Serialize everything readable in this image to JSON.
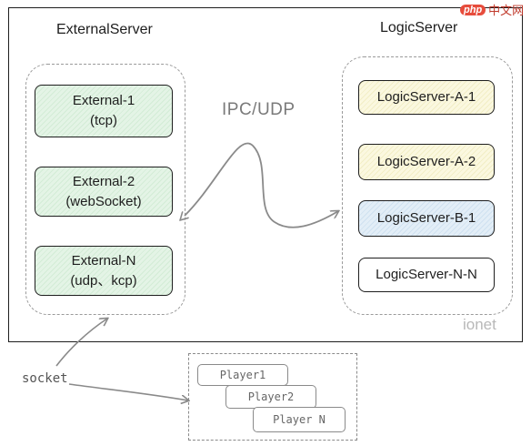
{
  "external": {
    "title": "ExternalServer",
    "nodes": [
      {
        "line1": "External-1",
        "line2": "(tcp)"
      },
      {
        "line1": "External-2",
        "line2": "(webSocket)"
      },
      {
        "line1": "External-N",
        "line2": "(udp、kcp)"
      }
    ]
  },
  "logic": {
    "title": "LogicServer",
    "nodes": [
      "LogicServer-A-1",
      "LogicServer-A-2",
      "LogicServer-B-1",
      "LogicServer-N-N"
    ]
  },
  "connection_label": "IPC/UDP",
  "frame_label": "ionet",
  "socket_label": "socket",
  "players": [
    "Player1",
    "Player2",
    "Player N"
  ],
  "watermark": {
    "badge": "php",
    "text": "中文网"
  },
  "colors": {
    "green_fill": "#d3ecd6",
    "yellow_fill": "#f2eec6",
    "blue_fill": "#cfe1f0",
    "stroke": "#1e1e1e",
    "arrow": "#8a8a8a"
  }
}
